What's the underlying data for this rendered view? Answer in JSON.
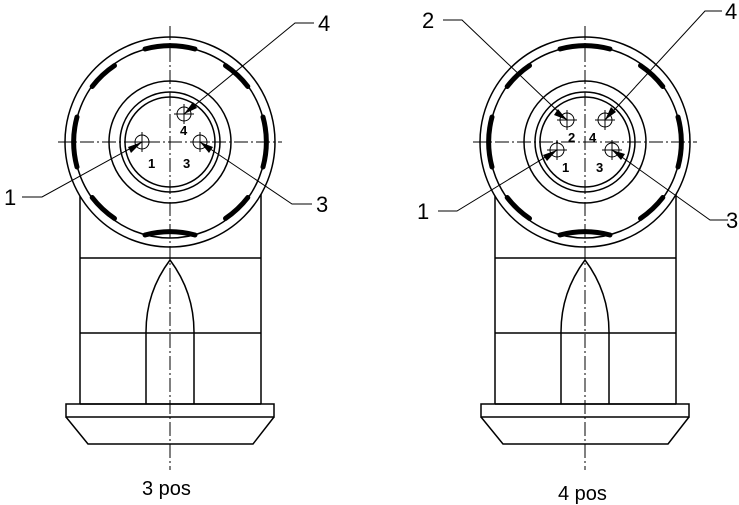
{
  "views": [
    {
      "caption": "3 pos",
      "callouts": [
        "1",
        "3",
        "4"
      ],
      "pin_numbers": [
        "1",
        "3",
        "4"
      ]
    },
    {
      "caption": "4 pos",
      "callouts": [
        "1",
        "2",
        "3",
        "4"
      ],
      "pin_numbers": [
        "1",
        "2",
        "3",
        "4"
      ]
    }
  ]
}
